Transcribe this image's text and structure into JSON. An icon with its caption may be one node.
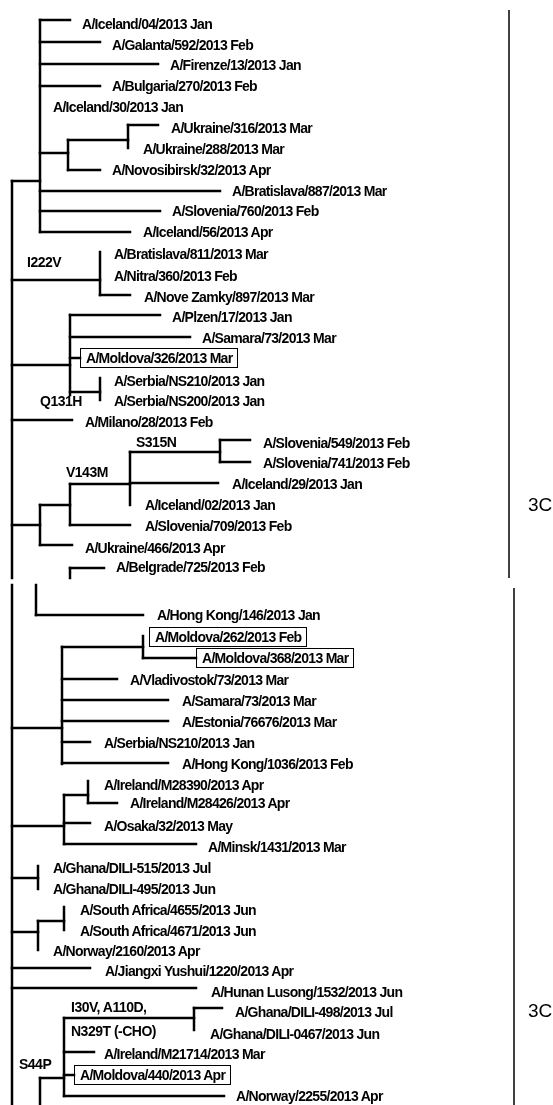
{
  "diagram": {
    "nodes": [
      {
        "text": [
          "A/Moldova/326/2013 Mar"
        ]
      },
      {
        "text": [
          "A/Moldova/262/2013 Feb"
        ]
      },
      {
        "text": [
          "A/Moldova/368/2013 Mar"
        ]
      },
      {
        "text": [
          "A/Moldova/440/2013 Apr"
        ]
      }
    ],
    "labels": [
      "A/Iceland/04/2013 Jan",
      "A/Galanta/592/2013 Feb",
      "A/Firenze/13/2013 Jan",
      "A/Bulgaria/270/2013 Feb",
      "A/Iceland/30/2013 Jan",
      "A/Ukraine/316/2013 Mar",
      "A/Ukraine/288/2013 Mar",
      "A/Novosibirsk/32/2013 Apr",
      "A/Bratislava/887/2013 Mar",
      "A/Slovenia/760/2013 Feb",
      "A/Iceland/56/2013 Apr",
      "A/Bratislava/811/2013 Mar",
      "I222V",
      "A/Nitra/360/2013 Feb",
      "A/Nove Zamky/897/2013 Mar",
      "A/Plzen/17/2013 Jan",
      "A/Samara/73/2013 Mar",
      "A/Serbia/NS210/2013 Jan",
      "Q131H",
      "A/Serbia/NS200/2013 Jan",
      "A/Milano/28/2013 Feb",
      "S315N",
      "A/Slovenia/549/2013 Feb",
      "A/Slovenia/741/2013 Feb",
      "V143M",
      "A/Iceland/29/2013 Jan",
      "A/Iceland/02/2013 Jan",
      "3C",
      "A/Slovenia/709/2013 Feb",
      "A/Ukraine/466/2013 Apr",
      "A/Belgrade/725/2013 Feb",
      "A/Hong Kong/146/2013 Jan",
      "A/Vladivostok/73/2013 Mar",
      "A/Samara/73/2013 Mar",
      "A/Estonia/76676/2013 Mar",
      "A/Serbia/NS210/2013 Jan",
      "A/Hong Kong/1036/2013 Feb",
      "A/Ireland/M28390/2013 Apr",
      "A/Ireland/M28426/2013 Apr",
      "A/Osaka/32/2013 May",
      "A/Minsk/1431/2013 Mar",
      "A/Ghana/DILI-515/2013 Jul",
      "A/Ghana/DILI-495/2013 Jun",
      "A/South Africa/4655/2013 Jun",
      "A/South Africa/4671/2013 Jun",
      "A/Norway/2160/2013 Apr",
      "A/Jiangxi Yushui/1220/2013 Apr",
      "A/Hunan Lusong/1532/2013 Jun",
      "I30V, A110D, N329T (-CHO)",
      "A/Ghana/DILI-498/2013 Jul",
      "3C",
      "A/Ghana/DILI-0467/2013 Jun",
      "A/Ireland/M21714/2013 Mar",
      "S44P",
      "A/Norway/2255/2013 Apr"
    ]
  }
}
